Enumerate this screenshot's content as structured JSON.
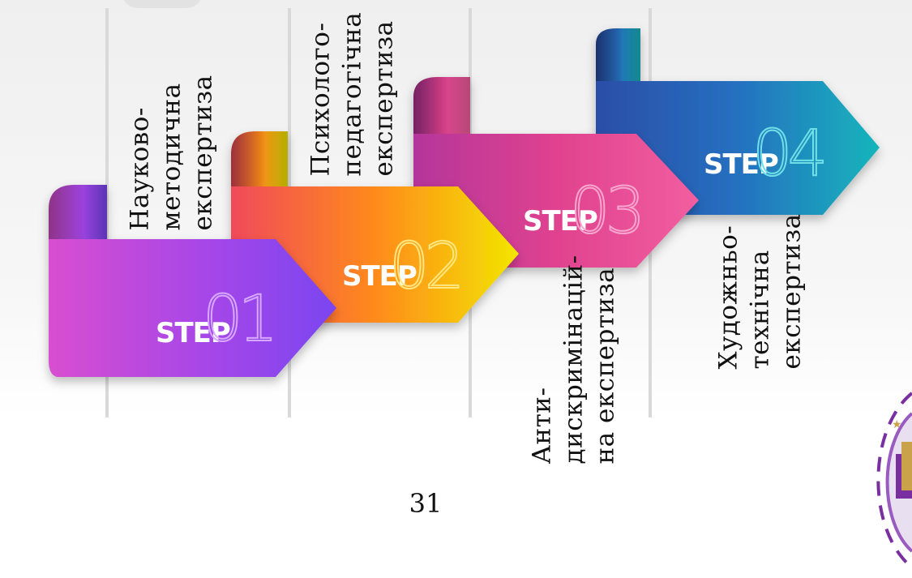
{
  "steps": [
    {
      "word": "STEP",
      "number": "01",
      "label_lines": [
        "Науково-",
        "методична",
        "експертиза"
      ],
      "colors": [
        "#d84fd0",
        "#a646e8",
        "#7b45f0"
      ]
    },
    {
      "word": "STEP",
      "number": "02",
      "label_lines": [
        "Психолого-",
        "педагогічна",
        "експертиза"
      ],
      "colors": [
        "#f04a5a",
        "#ff8a1c",
        "#f2e600"
      ]
    },
    {
      "word": "STEP",
      "number": "03",
      "label_lines": [
        "Анти-",
        "дискримінацій-",
        "на експертиза"
      ],
      "colors": [
        "#b5359b",
        "#e0428f",
        "#f25ea0"
      ]
    },
    {
      "word": "STEP",
      "number": "04",
      "label_lines": [
        "Художньо-",
        "технічна",
        "експертиза"
      ],
      "colors": [
        "#2c4ea8",
        "#2570c0",
        "#17b5bc"
      ]
    }
  ],
  "page_number": "31",
  "logo_colors": [
    "#7a2fa0",
    "#c9a24a"
  ]
}
